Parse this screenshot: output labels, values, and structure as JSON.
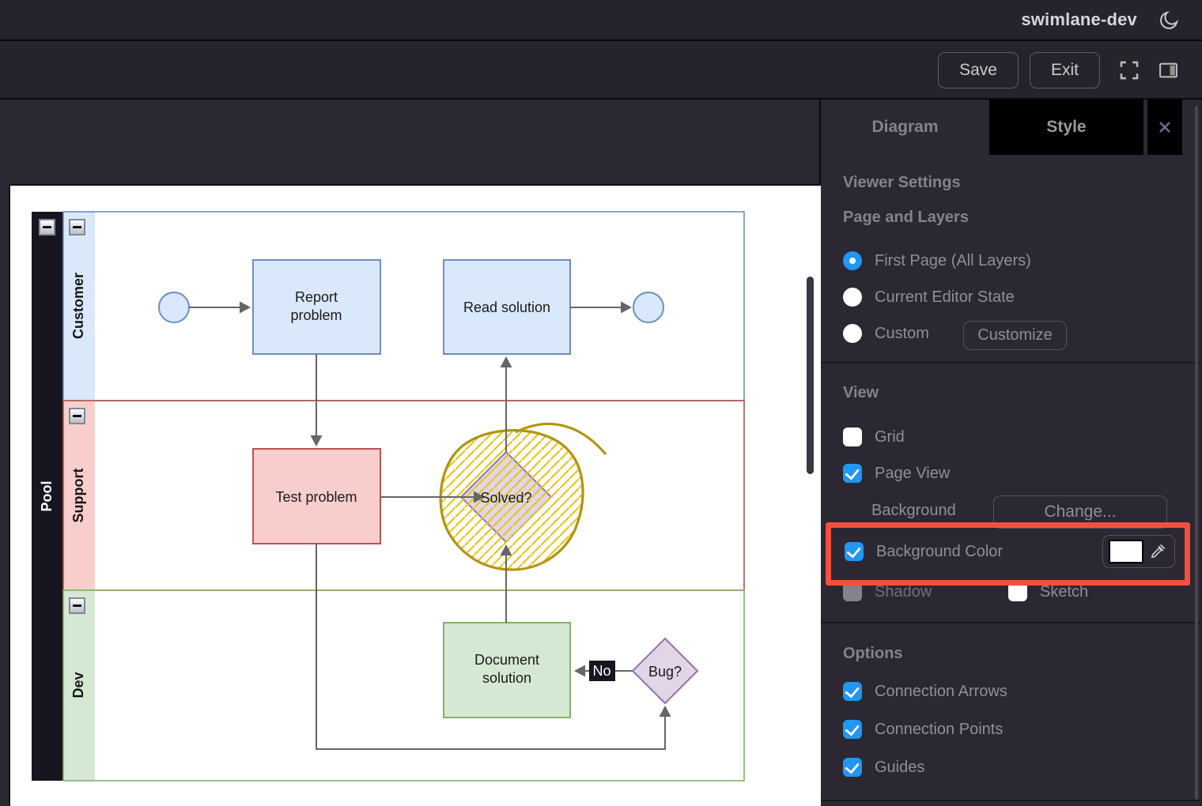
{
  "titlebar": {
    "title": "swimlane-dev",
    "moon_icon": "crescent-moon"
  },
  "toolbar": {
    "save_label": "Save",
    "exit_label": "Exit",
    "fullscreen_icon": "fullscreen-corners",
    "format_panel_icon": "split-rectangle"
  },
  "panel": {
    "tabs": {
      "diagram": "Diagram",
      "style": "Style",
      "close_icon": "x-close"
    },
    "viewer_settings": {
      "heading": "Viewer Settings",
      "page_layers_heading": "Page and Layers",
      "radios": [
        {
          "label": "First Page (All Layers)",
          "selected": true
        },
        {
          "label": "Current Editor State",
          "selected": false
        },
        {
          "label": "Custom",
          "selected": false
        }
      ],
      "customize_button": "Customize"
    },
    "view": {
      "heading": "View",
      "grid": {
        "label": "Grid",
        "checked": false
      },
      "page_view": {
        "label": "Page View",
        "checked": true
      },
      "background_label": "Background",
      "change_button": "Change...",
      "background_color": {
        "label": "Background Color",
        "checked": true,
        "value": "#FFFFFF",
        "eyedropper_icon": "eyedropper"
      },
      "shadow": {
        "label": "Shadow",
        "checked": false
      },
      "sketch": {
        "label": "Sketch",
        "checked": false
      }
    },
    "options": {
      "heading": "Options",
      "items": [
        {
          "label": "Connection Arrows",
          "checked": true
        },
        {
          "label": "Connection Points",
          "checked": true
        },
        {
          "label": "Guides",
          "checked": true
        }
      ]
    }
  },
  "annotation": {
    "type": "highlight-box",
    "color": "#f5503c",
    "target": "Background Color row"
  },
  "diagram": {
    "pool_label": "Pool",
    "lanes": [
      {
        "label": "Customer",
        "fill": "#dae8fc",
        "stroke": "#6c8ebf"
      },
      {
        "label": "Support",
        "fill": "#f8cecc",
        "stroke": "#b85450"
      },
      {
        "label": "Dev",
        "fill": "#d5e8d4",
        "stroke": "#82b366"
      }
    ],
    "nodes": {
      "report_problem": {
        "lines": [
          "Report",
          "problem"
        ]
      },
      "read_solution": {
        "lines": [
          "Read solution"
        ]
      },
      "test_problem": {
        "lines": [
          "Test problem"
        ]
      },
      "solved": {
        "label": "Solved?"
      },
      "document_solution": {
        "lines": [
          "Document",
          "solution"
        ]
      },
      "bug": {
        "label": "Bug?"
      },
      "no_edge_label": "No"
    },
    "sketch_highlight": {
      "shape": "hand-drawn hatched blob",
      "stroke": "#b2940e",
      "hatch": "#e6c51d"
    },
    "colors": {
      "edge": "#666666",
      "pool_fill": "#17151f",
      "purple_fill": "#e1d5e7",
      "purple_stroke": "#9673a6"
    }
  }
}
